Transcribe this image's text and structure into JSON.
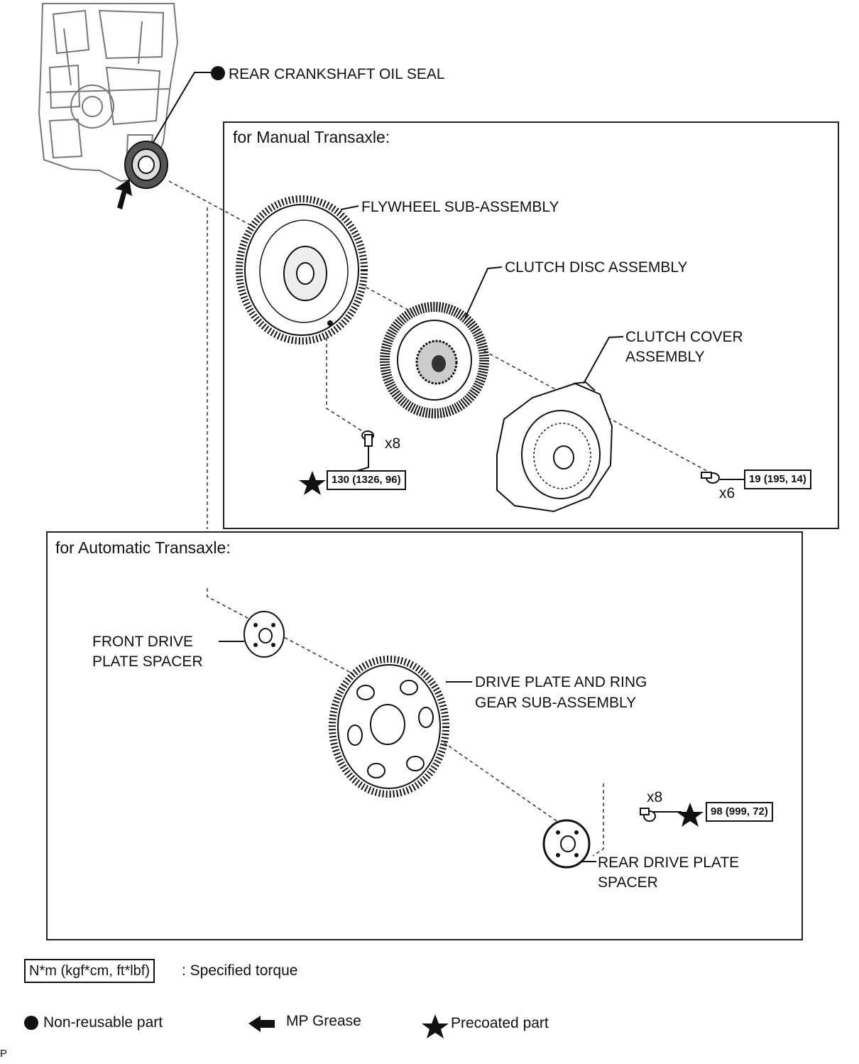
{
  "parts": {
    "oil_seal": "REAR CRANKSHAFT OIL SEAL",
    "flywheel": "FLYWHEEL SUB-ASSEMBLY",
    "clutch_disc": "CLUTCH DISC ASSEMBLY",
    "clutch_cover_l1": "CLUTCH COVER",
    "clutch_cover_l2": "ASSEMBLY",
    "front_spacer_l1": "FRONT DRIVE",
    "front_spacer_l2": "PLATE SPACER",
    "drive_plate_l1": "DRIVE PLATE AND RING",
    "drive_plate_l2": "GEAR SUB-ASSEMBLY",
    "rear_spacer_l1": "REAR DRIVE PLATE",
    "rear_spacer_l2": "SPACER"
  },
  "sections": {
    "manual": "for Manual Transaxle:",
    "automatic": "for Automatic Transaxle:"
  },
  "fasteners": {
    "flywheel_bolt_qty": "x8",
    "flywheel_torque": "130 (1326, 96)",
    "cover_bolt_qty": "x6",
    "cover_torque": "19 (195, 14)",
    "drive_plate_bolt_qty": "x8",
    "drive_plate_torque": "98 (999, 72)"
  },
  "legend": {
    "torque_units": "N*m (kgf*cm, ft*lbf)",
    "torque_desc": ": Specified torque",
    "non_reusable": "Non-reusable part",
    "mp_grease": "MP Grease",
    "precoated": "Precoated part"
  },
  "footer_mark": "P"
}
